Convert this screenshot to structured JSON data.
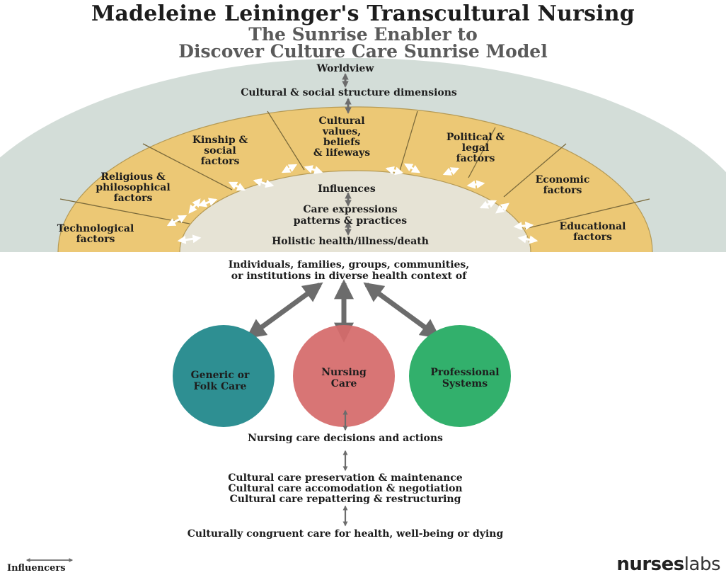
{
  "title": "Madeleine Leininger's Transcultural Nursing",
  "subtitle_line1": "The Sunrise Enabler to",
  "subtitle_line2": "Discover Culture Care Sunrise Model",
  "outer_arc": {
    "worldview": "Worldview",
    "cultural_social": "Cultural & social structure dimensions"
  },
  "segments": {
    "technological": [
      "Technological",
      "factors"
    ],
    "religious": [
      "Religious &",
      "philosophical",
      "factors"
    ],
    "kinship": [
      "Kinship &",
      "social",
      "factors"
    ],
    "cultural_values": [
      "Cultural",
      "values,",
      "beliefs",
      "& lifeways"
    ],
    "political": [
      "Political &",
      "legal",
      "factors"
    ],
    "economic": [
      "Economic",
      "factors"
    ],
    "educational": [
      "Educational",
      "factors"
    ]
  },
  "inner": {
    "influences": "Influences",
    "care_expressions": [
      "Care expressions",
      "patterns & practices"
    ],
    "holistic": "Holistic health/illness/death"
  },
  "individuals": [
    "Individuals, families, groups, communities,",
    "or institutions in diverse health context of"
  ],
  "circles": {
    "generic": [
      "Generic or",
      "Folk Care"
    ],
    "nursing": [
      "Nursing",
      "Care"
    ],
    "professional": [
      "Professional",
      "Systems"
    ]
  },
  "decisions": "Nursing care decisions and actions",
  "modes": [
    "Cultural care preservation & maintenance",
    "Cultural care accomodation & negotiation",
    "Cultural care repattering & restructuring"
  ],
  "congruent": "Culturally congruent care for health, well-being or dying",
  "legend": {
    "label": "Influencers"
  },
  "logo": {
    "part1": "nurses",
    "part2": "labs"
  },
  "colors": {
    "outer_arc": "#d3ddd8",
    "segments": "#ecc875",
    "inner": "#e6e3d5",
    "arrows": "#6c6c6c",
    "generic_circle": "#2e8f92",
    "nursing_circle": "#d56b6b",
    "professional_circle": "#32b06c"
  }
}
